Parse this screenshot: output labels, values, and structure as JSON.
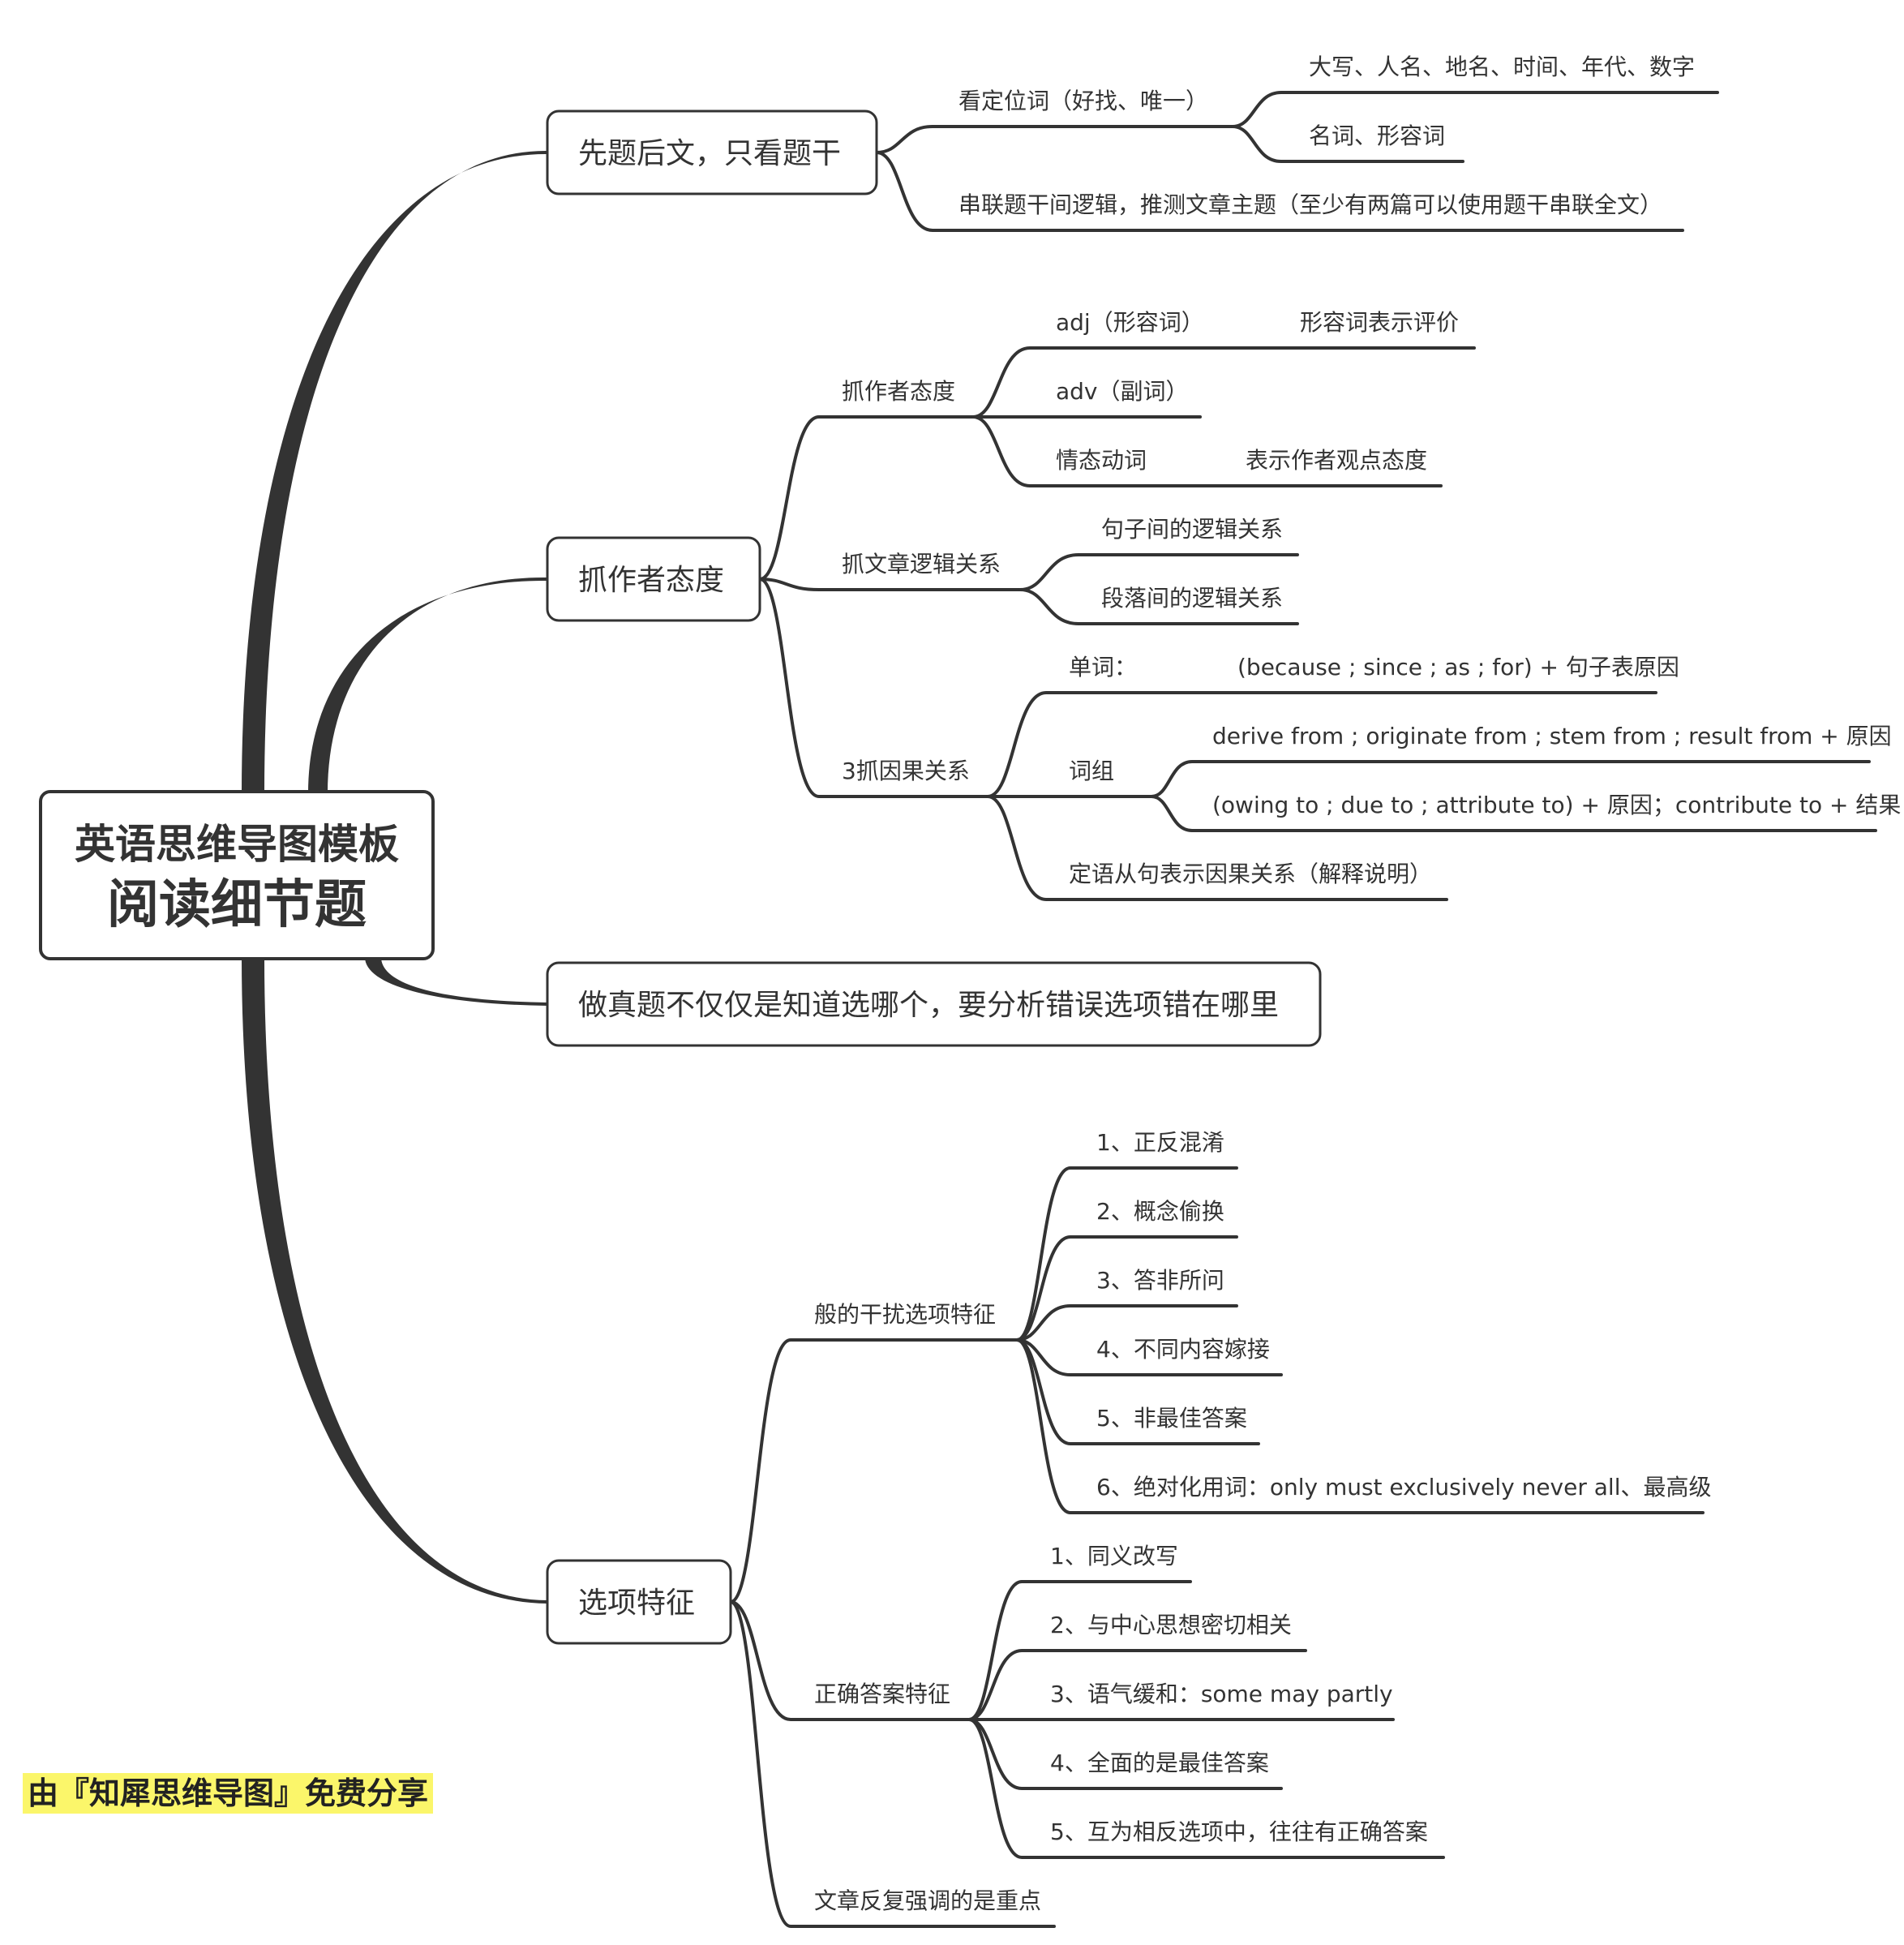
{
  "root": {
    "line1": "英语思维导图模板",
    "line2": "阅读细节题"
  },
  "branches": [
    {
      "label": "先题后文，只看题干",
      "children": [
        {
          "label": "看定位词（好找、唯一）",
          "children": [
            {
              "label": "大写、人名、地名、时间、年代、数字"
            },
            {
              "label": "名词、形容词"
            }
          ]
        },
        {
          "label": "串联题干间逻辑，推测文章主题（至少有两篇可以使用题干串联全文）"
        }
      ]
    },
    {
      "label": "抓作者态度",
      "children": [
        {
          "label": "抓作者态度",
          "children": [
            {
              "label": "adj（形容词）",
              "children": [
                {
                  "label": "形容词表示评价"
                }
              ]
            },
            {
              "label": "adv（副词）"
            },
            {
              "label": "情态动词",
              "children": [
                {
                  "label": "表示作者观点态度"
                }
              ]
            }
          ]
        },
        {
          "label": "抓文章逻辑关系",
          "children": [
            {
              "label": "句子间的逻辑关系"
            },
            {
              "label": "段落间的逻辑关系"
            }
          ]
        },
        {
          "label": "3抓因果关系",
          "children": [
            {
              "label": "单词：",
              "children": [
                {
                  "label": "(because ; since ; as ; for) + 句子表原因"
                }
              ]
            },
            {
              "label": "词组",
              "children": [
                {
                  "label": "derive from ; originate from ; stem from ; result from + 原因"
                },
                {
                  "label": "(owing to ; due to ; attribute to) + 原因；contribute to + 结果"
                }
              ]
            },
            {
              "label": "定语从句表示因果关系（解释说明）"
            }
          ]
        }
      ]
    },
    {
      "label": "做真题不仅仅是知道选哪个，要分析错误选项错在哪里"
    },
    {
      "label": "选项特征",
      "children": [
        {
          "label": "般的干扰选项特征",
          "children": [
            {
              "label": "1、正反混淆"
            },
            {
              "label": "2、概念偷换"
            },
            {
              "label": "3、答非所问"
            },
            {
              "label": "4、不同内容嫁接"
            },
            {
              "label": "5、非最佳答案"
            },
            {
              "label": "6、绝对化用词：only must exclusively never all、最高级"
            }
          ]
        },
        {
          "label": "正确答案特征",
          "children": [
            {
              "label": "1、同义改写"
            },
            {
              "label": "2、与中心思想密切相关"
            },
            {
              "label": "3、语气缓和：some may partly"
            },
            {
              "label": "4、全面的是最佳答案"
            },
            {
              "label": "5、互为相反选项中，往往有正确答案"
            }
          ]
        },
        {
          "label": "文章反复强调的是重点"
        }
      ]
    }
  ],
  "credit": "由『知犀思维导图』免费分享",
  "colors": {
    "line": "#333333",
    "text": "#333333",
    "highlight": "#fbf66a",
    "background": "#ffffff"
  }
}
